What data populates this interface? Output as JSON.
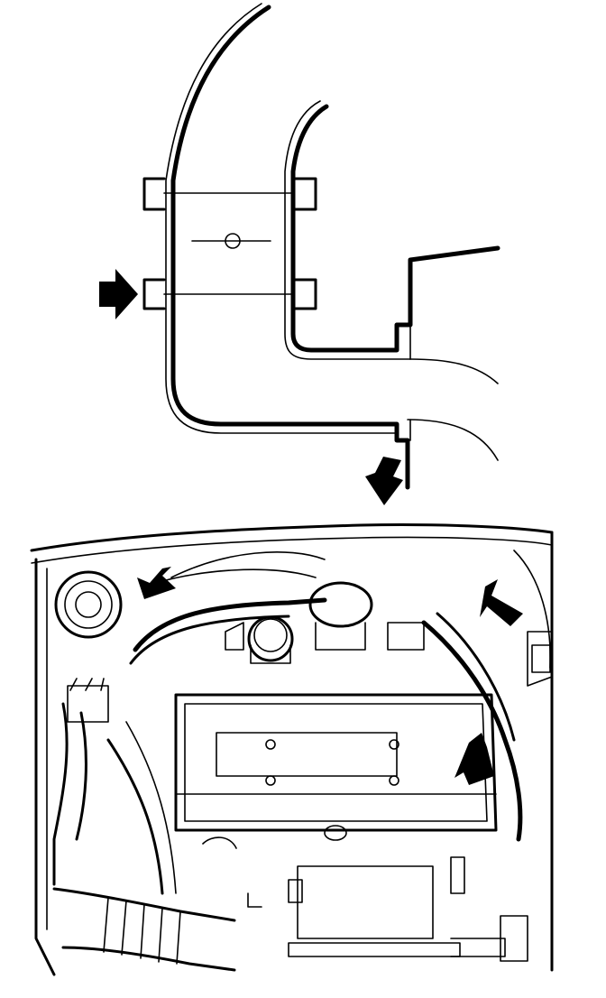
{
  "figure": {
    "top_detail": {
      "arrows": [
        "pointer-arrow",
        "pointer-arrow"
      ]
    },
    "bottom_view": {
      "arrows": [
        "pointer-arrow",
        "pointer-arrow",
        "pointer-arrow"
      ]
    },
    "colors": {
      "ink": "#000000",
      "background": "#ffffff"
    }
  }
}
